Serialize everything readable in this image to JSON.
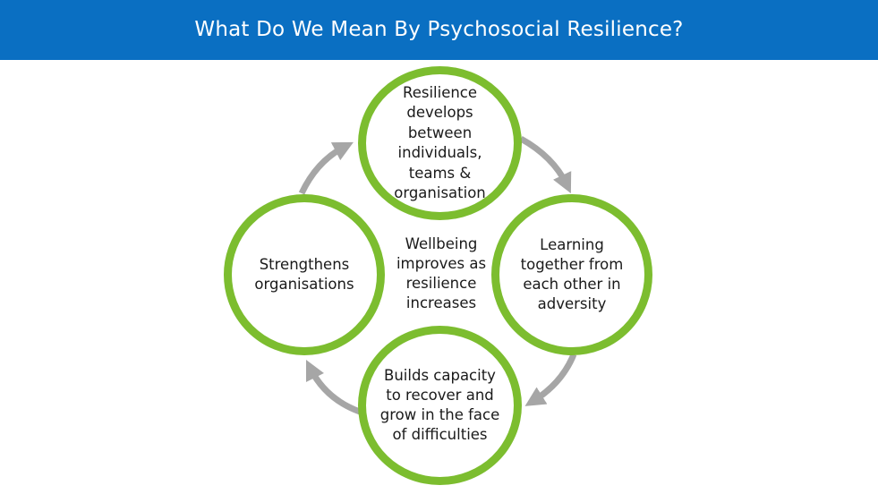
{
  "header": {
    "title": "What Do We Mean By Psychosocial Resilience?"
  },
  "cycle": {
    "center": "Wellbeing\nimproves as\nresilience\nincreases",
    "nodes": {
      "top": "Resilience\ndevelops\nbetween\nindividuals,\nteams &\norganisation",
      "right": "Learning\ntogether from\neach other in\nadversity",
      "bottom": "Builds capacity\nto recover and\ngrow in the face\nof difficulties",
      "left": "Strengthens\norganisations"
    }
  },
  "colors": {
    "header_background": "#0a6fc2",
    "header_text": "#ffffff",
    "circle_border": "#7cbd2f",
    "arrow": "#a6a6a6"
  }
}
